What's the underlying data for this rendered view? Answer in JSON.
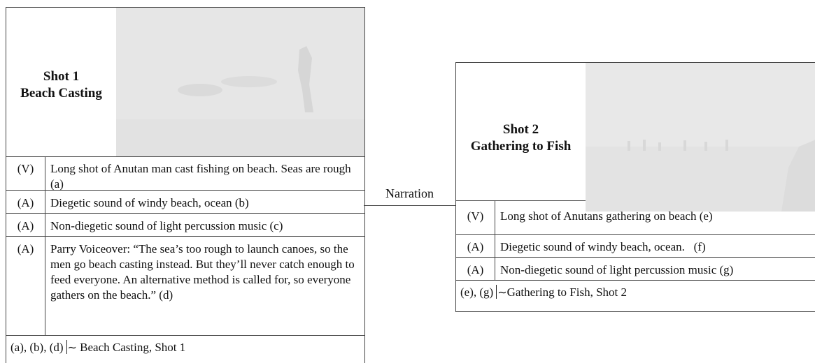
{
  "shot1": {
    "title_line1": "Shot 1",
    "title_line2": "Beach Casting",
    "image": "beach-casting-still",
    "rows": [
      {
        "code": "(V)",
        "text": "Long shot of Anutan man cast fishing on beach. Seas are rough (a)"
      },
      {
        "code": "(A)",
        "text": "Diegetic sound of windy beach, ocean (b)"
      },
      {
        "code": "(A)",
        "text": "Non-diegetic sound of light percussion music (c)"
      },
      {
        "code": "(A)",
        "text": "Parry Voiceover: “The sea’s too rough to launch canoes, so the men go beach casting instead.  But they’ll never catch enough to feed everyone.  An alternative method is called for, so everyone gathers on the beach.” (d)"
      }
    ],
    "footer_refs": "(a), (b), (d)",
    "footer_symbol": "∼",
    "footer_text": "Beach Casting, Shot 1"
  },
  "connector": {
    "label": "Narration"
  },
  "shot2": {
    "title_line1": "Shot 2",
    "title_line2": "Gathering to Fish",
    "image": "gathering-to-fish-still",
    "rows": [
      {
        "code": "(V)",
        "text": "Long shot of Anutans gathering on beach (e)"
      },
      {
        "code": "(A)",
        "text": "Diegetic sound of windy beach, ocean.   (f)"
      },
      {
        "code": "(A)",
        "text": "Non-diegetic sound of light percussion music (g)"
      }
    ],
    "footer_refs": "(e), (g)",
    "footer_symbol": "∼",
    "footer_text": "Gathering to Fish, Shot 2"
  }
}
